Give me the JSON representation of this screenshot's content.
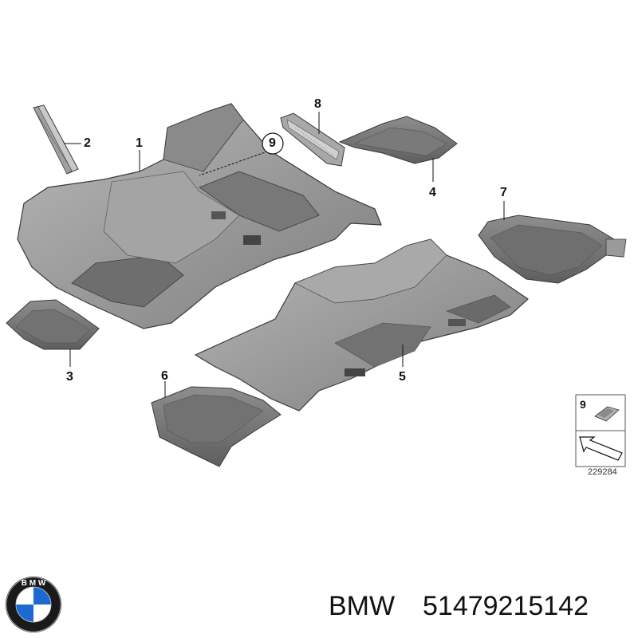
{
  "callouts": {
    "p1": "1",
    "p2": "2",
    "p3": "3",
    "p4": "4",
    "p5": "5",
    "p6": "6",
    "p7": "7",
    "p8": "8",
    "p9": "9"
  },
  "legend": {
    "item_number": "9",
    "ref_code": "229284"
  },
  "footer": {
    "brand": "BMW",
    "part_number": "51479215142",
    "logo_text": "BMW"
  },
  "colors": {
    "part_fill": "#9a9a9a",
    "part_dark": "#6f6f6f",
    "part_light": "#bdbdbd",
    "outline": "#3a3a3a",
    "logo_blue": "#1c69d4"
  }
}
